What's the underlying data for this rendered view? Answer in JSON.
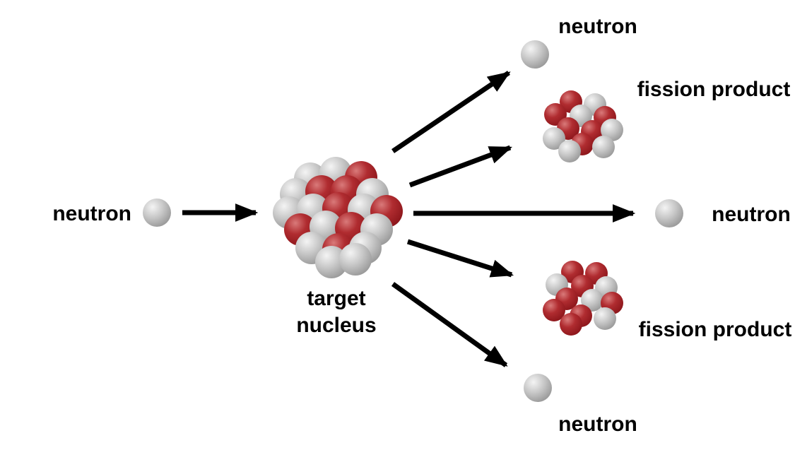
{
  "diagram": {
    "labels": {
      "incoming_neutron": "neutron",
      "target_nucleus_line1": "target",
      "target_nucleus_line2": "nucleus",
      "top_neutron": "neutron",
      "top_fission_product": "fission product",
      "right_neutron": "neutron",
      "bottom_fission_product": "fission product",
      "bottom_neutron": "neutron"
    },
    "colors": {
      "background": "#ffffff",
      "text": "#000000",
      "arrow": "#000000",
      "proton_sphere": "#a31d24",
      "neutron_sphere": "#b8b8b8"
    }
  }
}
